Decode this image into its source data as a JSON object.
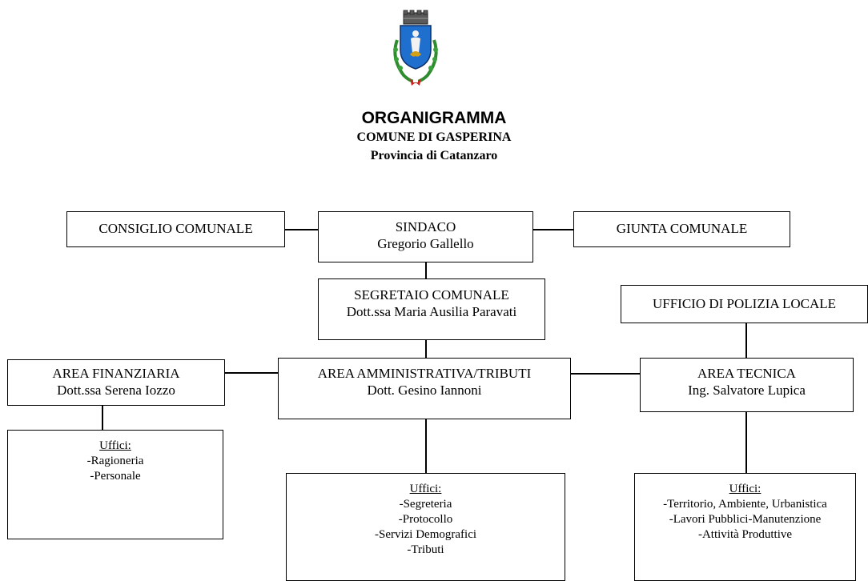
{
  "header": {
    "title": "ORGANIGRAMMA",
    "subtitle": "COMUNE DI GASPERINA",
    "province": "Provincia di Catanzaro"
  },
  "top_row": {
    "consiglio": "CONSIGLIO COMUNALE",
    "sindaco_title": "SINDACO",
    "sindaco_name": "Gregorio Gallello",
    "giunta": "GIUNTA COMUNALE"
  },
  "segretario": {
    "title": "SEGRETAIO COMUNALE",
    "name": "Dott.ssa Maria Ausilia Paravati"
  },
  "polizia": "UFFICIO DI POLIZIA LOCALE",
  "areas": {
    "finanziaria": {
      "title": "AREA FINANZIARIA",
      "name": "Dott.ssa Serena Iozzo"
    },
    "amministrativa": {
      "title": "AREA AMMINISTRATIVA/TRIBUTI",
      "name": "Dott. Gesino Iannoni"
    },
    "tecnica": {
      "title": "AREA TECNICA",
      "name": "Ing. Salvatore Lupica"
    }
  },
  "offices": {
    "finanziaria": {
      "header": "Uffici:",
      "items": [
        "-Ragioneria",
        "-Personale"
      ]
    },
    "amministrativa": {
      "header": "Uffici:",
      "items": [
        "-Segreteria",
        "-Protocollo",
        "-Servizi Demografici",
        "-Tributi"
      ]
    },
    "tecnica": {
      "header": "Uffici:",
      "items": [
        "-Territorio, Ambiente, Urbanistica",
        "-Lavori Pubblici-Manutenzione",
        "-Attività Produttive"
      ]
    }
  }
}
